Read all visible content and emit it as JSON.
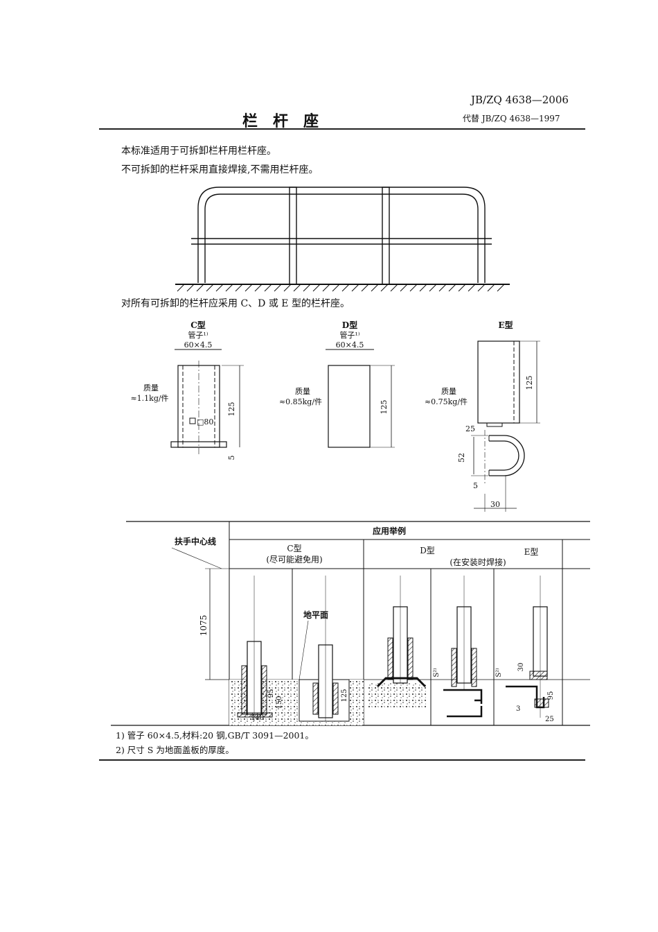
{
  "header": {
    "standard_number": "JB/ZQ 4638—2006",
    "title": "栏杆座",
    "replaces": "代替 JB/ZQ 4638—1997"
  },
  "paragraphs": [
    "本标准适用于可拆卸栏杆用栏杆座。",
    "不可拆卸的栏杆采用直接焊接,不需用栏杆座。",
    "对所有可拆卸的栏杆应采用 C、D 或 E 型的栏杆座。"
  ],
  "types": {
    "c": {
      "name": "C型",
      "pipe": "管子¹⁾",
      "size": "60×4.5",
      "mass_label": "质量",
      "mass": "≈1.1kg/件",
      "height": "125",
      "base": "□80",
      "base_thk": "5"
    },
    "d": {
      "name": "D型",
      "pipe": "管子¹⁾",
      "size": "60×4.5",
      "mass_label": "质量",
      "mass": "≈0.85kg/件",
      "height": "125"
    },
    "e": {
      "name": "E型",
      "mass_label": "质量",
      "mass": "≈0.75kg/件",
      "height": "125",
      "dim_25": "25",
      "dim_52": "52",
      "dim_5": "5",
      "dim_30": "30"
    }
  },
  "application": {
    "header": "应用举例",
    "left_label": "扶手中心线",
    "c_name": "C型",
    "c_note": "(尽可能避免用)",
    "d_name": "D型",
    "d_note": "(在安装时焊接)",
    "e_name": "E型",
    "height": "1075",
    "ground": "地平面",
    "dims": {
      "d95": "95",
      "d150": "150",
      "d140": "140",
      "d125": "125",
      "s2": "S²⁾",
      "s2b": "S²⁾",
      "e30": "30",
      "e95": "95",
      "e3": "3",
      "e25": "25"
    }
  },
  "footnotes": [
    "1) 管子 60×4.5,材料:20 钢,GB/T 3091—2001。",
    "2) 尺寸 S 为地面盖板的厚度。"
  ]
}
